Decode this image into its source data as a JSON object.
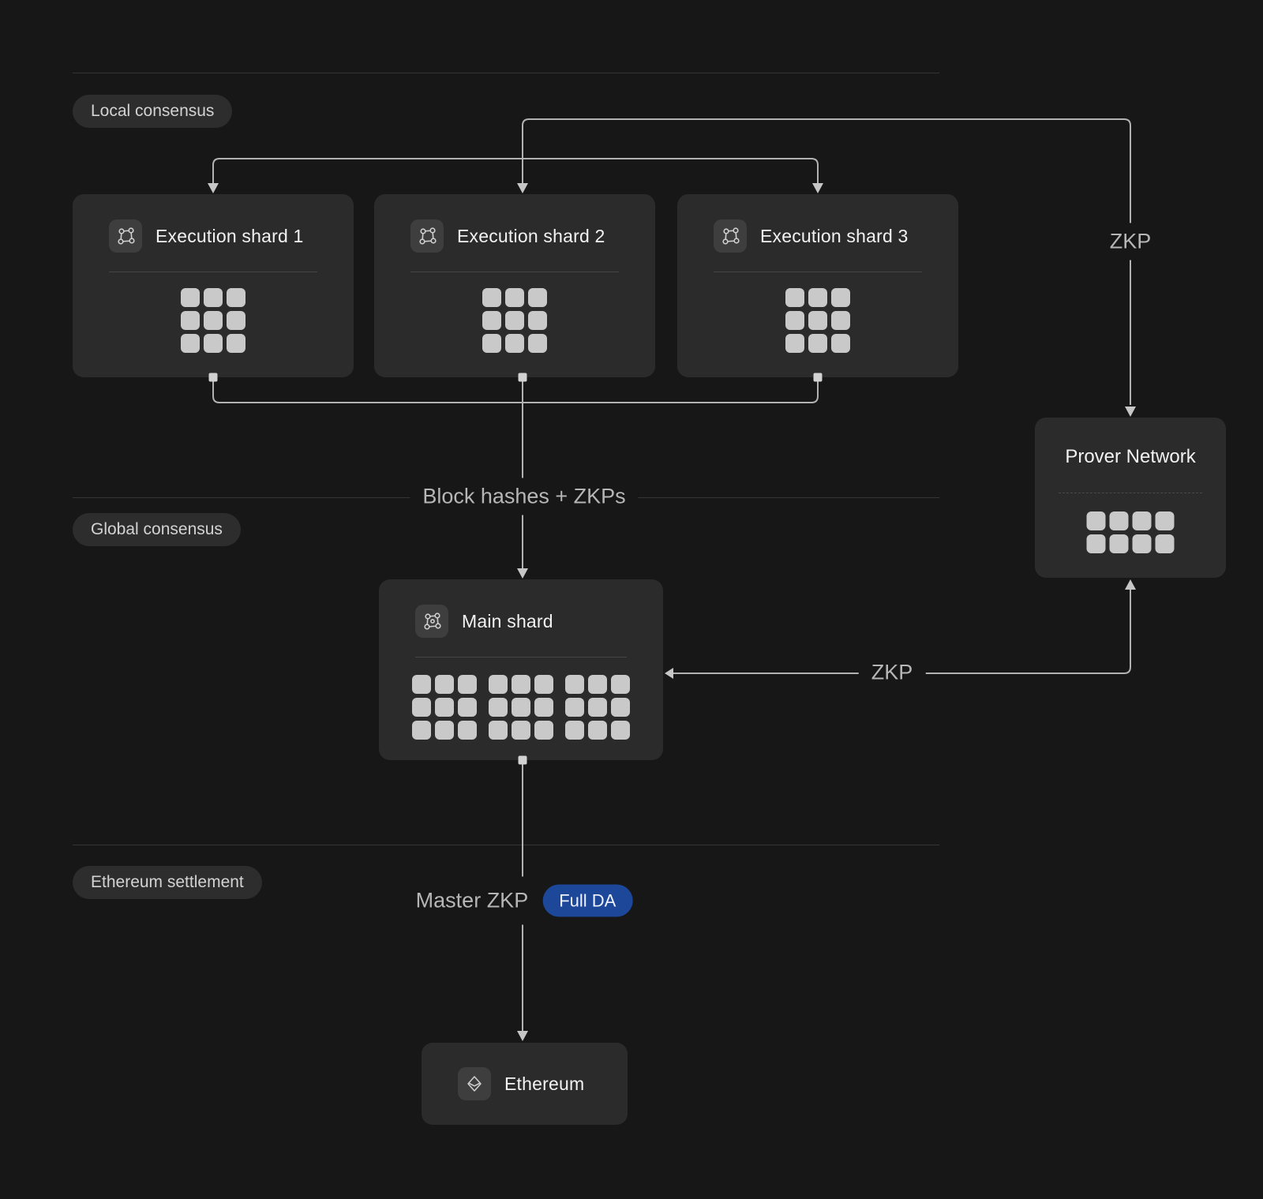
{
  "diagram": {
    "sections": {
      "local": {
        "label": "Local consensus"
      },
      "global": {
        "label": "Global consensus"
      },
      "settlement": {
        "label": "Ethereum settlement"
      }
    },
    "nodes": {
      "shard1": {
        "title": "Execution shard 1",
        "grid": {
          "rows": 3,
          "cols": 3,
          "groups": 1
        }
      },
      "shard2": {
        "title": "Execution shard 2",
        "grid": {
          "rows": 3,
          "cols": 3,
          "groups": 1
        }
      },
      "shard3": {
        "title": "Execution shard 3",
        "grid": {
          "rows": 3,
          "cols": 3,
          "groups": 1
        }
      },
      "prover": {
        "title": "Prover Network",
        "grid": {
          "rows": 2,
          "cols": 4,
          "groups": 1
        }
      },
      "main": {
        "title": "Main shard",
        "grid": {
          "rows": 3,
          "cols": 3,
          "groups": 3
        }
      },
      "ethereum": {
        "title": "Ethereum"
      }
    },
    "flows": {
      "zkp_right": "ZKP",
      "zkp_mid": "ZKP",
      "block_hashes": "Block hashes + ZKPs",
      "master_zkp": "Master ZKP",
      "full_da": "Full DA"
    },
    "colors": {
      "background": "#171717",
      "card": "#2b2b2b",
      "icon_tile": "#3e3e3e",
      "pill": "#2d2d2d",
      "line": "#b2b2b2",
      "grid_square": "#c9c9c9",
      "badge_blue": "#1d4799",
      "title_text": "#f2f2f2",
      "muted_text": "#b6b6b6"
    }
  }
}
